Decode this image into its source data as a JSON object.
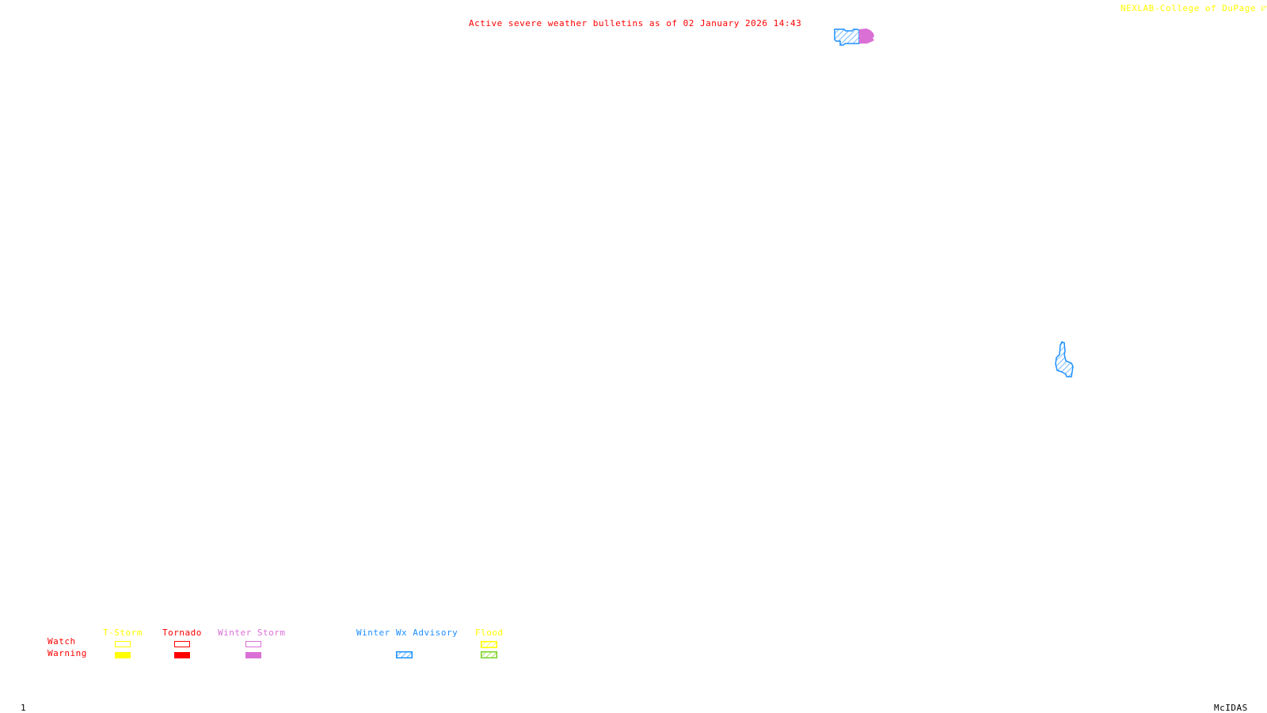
{
  "header": {
    "title": "Active severe weather bulletins as of 02 January 2026 14:43",
    "credit": "NEXLAB-College of DuPage"
  },
  "footer": {
    "frame_number": "1",
    "app_label": "McIDAS"
  },
  "colors": {
    "title": "#ff0000",
    "credit": "#ffff00",
    "tstorm": "#ffff00",
    "tornado": "#ff0000",
    "winter_storm": "#da70d6",
    "winter_wx_advisory": "#1e90ff",
    "flood_watch": "#ffff00",
    "flood_warning": "#7cd321"
  },
  "legend": {
    "row_labels": {
      "watch": "Watch",
      "warning": "Warning"
    },
    "categories": [
      {
        "key": "tstorm",
        "label": "T-Storm",
        "watch_style": "outline",
        "warning_style": "solid"
      },
      {
        "key": "tornado",
        "label": "Tornado",
        "watch_style": "outline",
        "warning_style": "solid"
      },
      {
        "key": "winter_storm",
        "label": "Winter Storm",
        "watch_style": "outline",
        "warning_style": "solid"
      },
      {
        "key": "winter_wx_advisory",
        "label": "Winter Wx Advisory",
        "watch_style": "none",
        "warning_style": "hatched"
      },
      {
        "key": "flood",
        "label": "Flood",
        "watch_style": "hatched",
        "warning_style": "hatched"
      }
    ]
  },
  "map_features": [
    {
      "type": "Winter Wx Advisory",
      "style": "hatched",
      "region": "northern area near top center-right"
    },
    {
      "type": "Winter Storm Warning",
      "style": "solid",
      "region": "adjacent east of northern advisory"
    },
    {
      "type": "Winter Wx Advisory",
      "style": "hatched",
      "region": "east-center area"
    }
  ]
}
